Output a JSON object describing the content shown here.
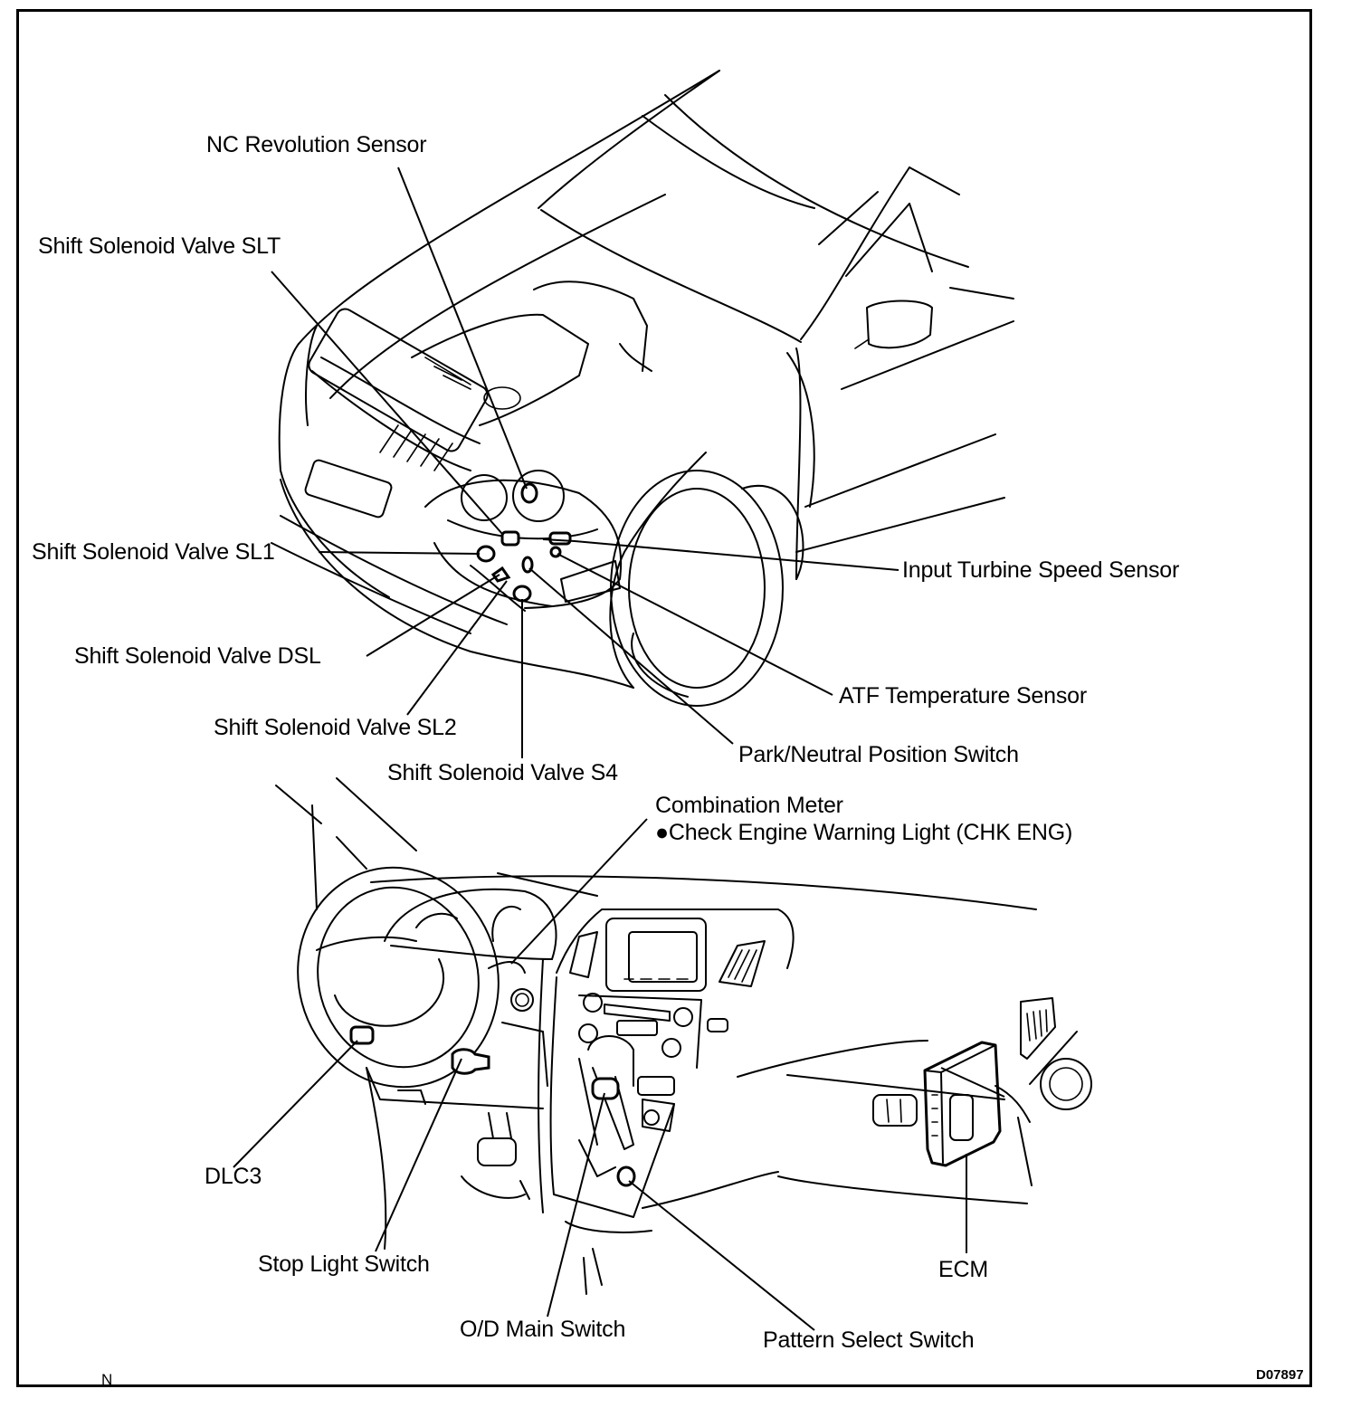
{
  "figure": {
    "id_code": "D07897",
    "corner_mark": "N"
  },
  "engine_compartment": {
    "labels": {
      "nc_revolution_sensor": "NC Revolution Sensor",
      "shift_solenoid_slt": "Shift Solenoid Valve SLT",
      "shift_solenoid_sl1": "Shift Solenoid Valve SL1",
      "input_turbine_speed_sensor": "Input Turbine Speed Sensor",
      "shift_solenoid_dsl": "Shift Solenoid Valve DSL",
      "atf_temperature_sensor": "ATF Temperature Sensor",
      "shift_solenoid_sl2": "Shift Solenoid Valve SL2",
      "park_neutral_position_switch": "Park/Neutral Position Switch",
      "shift_solenoid_s4": "Shift Solenoid Valve S4"
    }
  },
  "cabin": {
    "labels": {
      "combination_meter": "Combination Meter",
      "check_engine_light": "●Check Engine Warning Light (CHK ENG)",
      "dlc3": "DLC3",
      "stop_light_switch": "Stop Light Switch",
      "od_main_switch": "O/D Main Switch",
      "pattern_select_switch": "Pattern Select Switch",
      "ecm": "ECM"
    }
  }
}
